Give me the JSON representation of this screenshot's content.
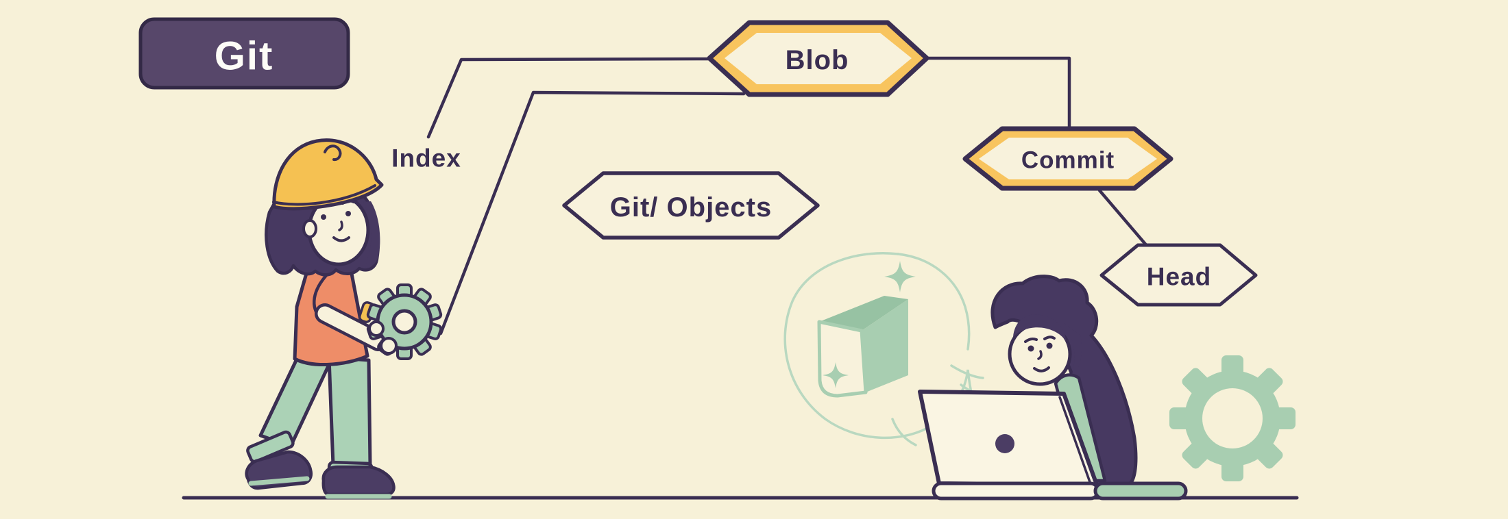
{
  "badge": {
    "label": "Git"
  },
  "annotation": {
    "index_label": "Index"
  },
  "nodes": [
    {
      "id": "blob",
      "label": "Blob",
      "style": "yellow-bordered"
    },
    {
      "id": "git-objects",
      "label": "Git/ Objects",
      "style": "outlined"
    },
    {
      "id": "commit",
      "label": "Commit",
      "style": "yellow-bordered"
    },
    {
      "id": "head",
      "label": "Head",
      "style": "outlined"
    }
  ],
  "edges": [
    {
      "from": "index",
      "to": "blob"
    },
    {
      "from": "worker-gear",
      "to": "blob"
    },
    {
      "from": "blob",
      "to": "commit"
    },
    {
      "from": "commit",
      "to": "head"
    }
  ],
  "colors": {
    "background": "#f7f1d8",
    "outline": "#3a2e52",
    "badge_fill": "#57476a",
    "node_accent_yellow": "#f8c45e",
    "sage_green": "#a8ceb1",
    "sage_light": "#b9d8c0",
    "orange_shirt": "#ee8d68",
    "hair_purple": "#473961",
    "shoe_purple": "#4b3d64",
    "cream": "#f8f2dc",
    "text_dark": "#3a2e52",
    "text_light": "#fdfcf7"
  },
  "illustration": {
    "left_character": "construction worker in hard hat holding a gear",
    "right_character": "person working on a laptop",
    "thought_bubble": "3d box with sparkles",
    "decor": [
      "large-gear",
      "ground-line"
    ]
  }
}
